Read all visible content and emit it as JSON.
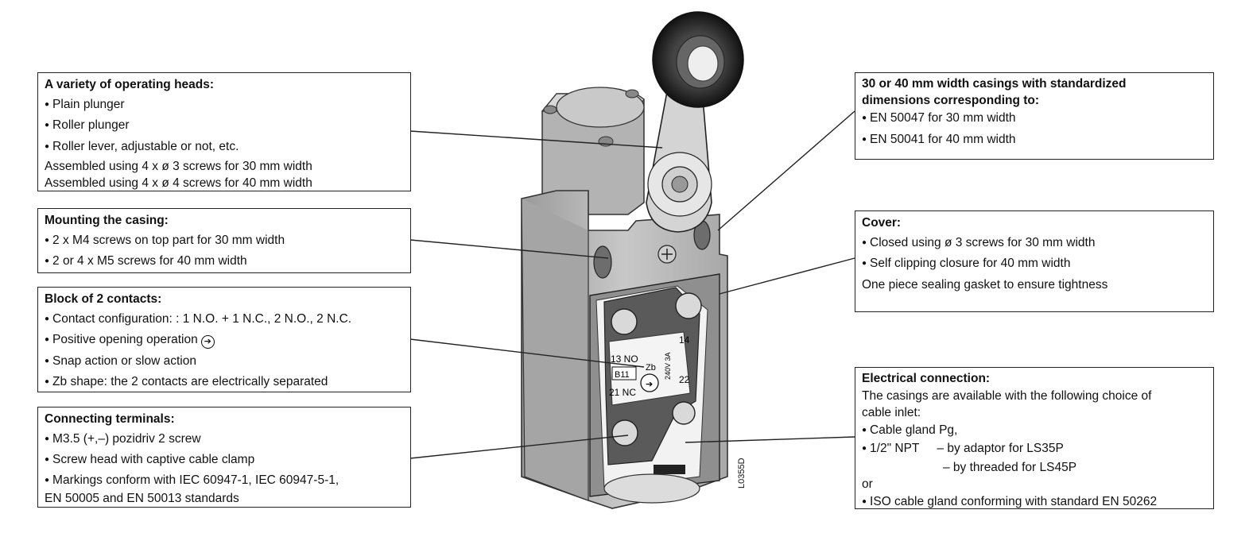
{
  "diagram_ref": "L0355D",
  "terminal_labels": {
    "no_label": "13 NO",
    "nc_label": "21 NC",
    "t14": "14",
    "t22": "22",
    "b11": "B11",
    "zb": "Zb",
    "rating": "240V 3A"
  },
  "operating_heads": {
    "title": "A variety of operating heads:",
    "items": [
      "Plain plunger",
      "Roller plunger",
      "Roller lever, adjustable or not, etc."
    ],
    "notes": [
      "Assembled using 4 x ø 3 screws for 30 mm width",
      "Assembled using 4 x ø 4 screws for 40 mm width"
    ]
  },
  "mounting": {
    "title": "Mounting the casing:",
    "items": [
      "2 x M4 screws on top part for 30 mm width",
      "2 or 4 x M5 screws for 40 mm width"
    ]
  },
  "contacts": {
    "title": "Block of 2 contacts:",
    "items": [
      "Contact configuration: : 1 N.O. + 1 N.C., 2 N.O., 2 N.C.",
      "Positive opening operation",
      "Snap action or slow action",
      "Zb shape: the 2 contacts are electrically separated"
    ],
    "symbol": "➔"
  },
  "terminals": {
    "title": "Connecting terminals:",
    "items": [
      "M3.5 (+,–) pozidriv 2 screw",
      "Screw head with captive cable clamp",
      "Markings conform with IEC 60947-1, IEC 60947-5-1,"
    ],
    "continuation": "EN 50005 and EN 50013 standards"
  },
  "casings": {
    "title_line1": "30 or 40 mm width casings with standardized",
    "title_line2": "dimensions corresponding to:",
    "items": [
      "EN 50047 for 30 mm width",
      "EN 50041 for 40 mm width"
    ]
  },
  "cover": {
    "title": "Cover:",
    "items": [
      "Closed using ø 3 screws for 30 mm width",
      "Self clipping closure for 40 mm width"
    ],
    "note": "One piece sealing gasket to ensure tightness"
  },
  "electrical": {
    "title": "Electrical connection:",
    "intro1": "The casings are available with the following choice of",
    "intro2": "cable inlet:",
    "item1": "Cable gland Pg,",
    "npt_label": "1/2\" NPT",
    "npt_opt1": "– by adaptor for LS35P",
    "npt_opt2": "– by threaded for LS45P",
    "or": "or",
    "item3": "ISO cable gland conforming with standard EN 50262"
  }
}
